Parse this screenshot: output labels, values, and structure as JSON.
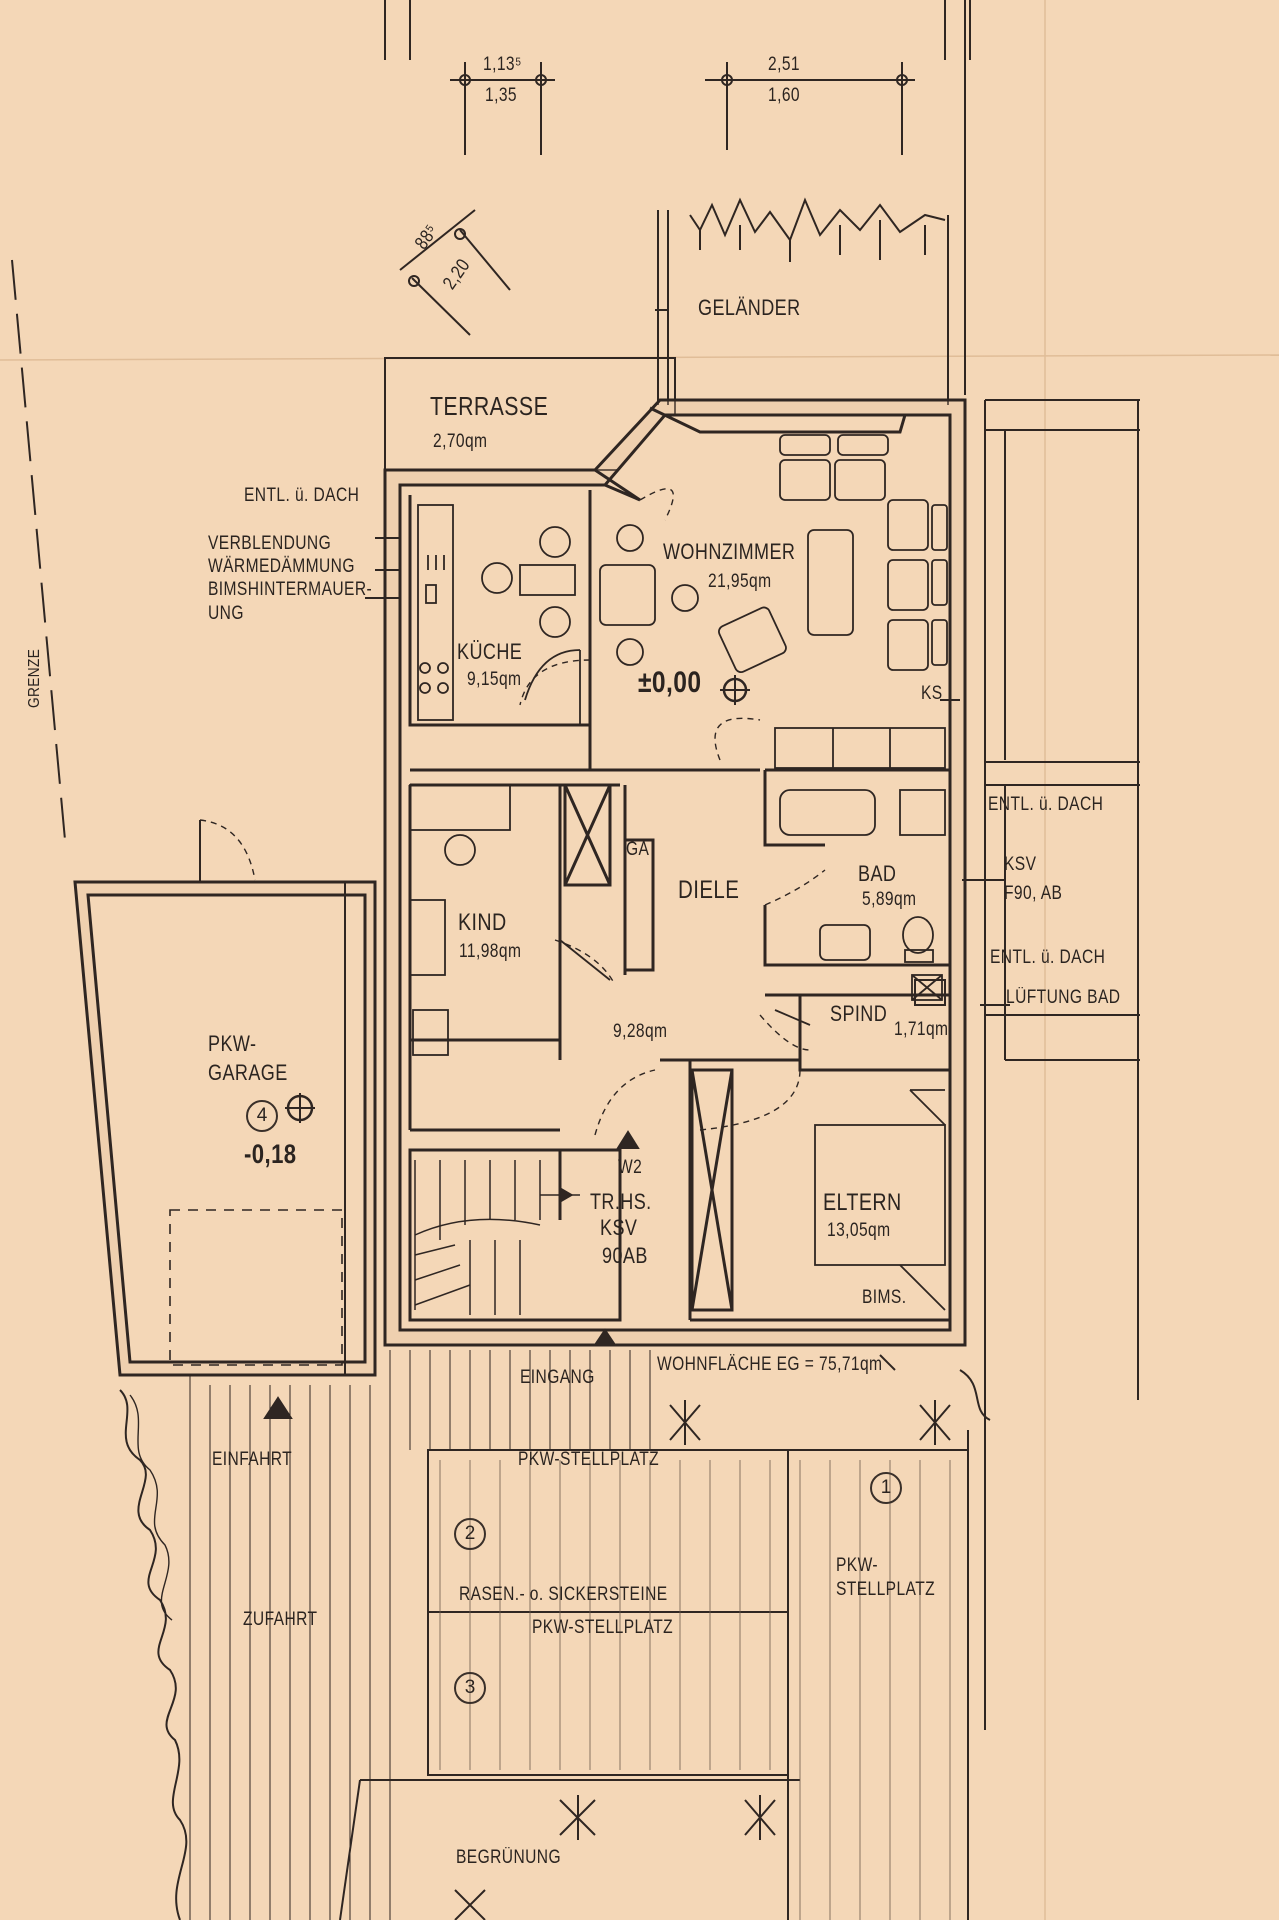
{
  "dimensions": {
    "top_left": {
      "upper": "1,13⁵",
      "lower": "1,35"
    },
    "top_right": {
      "upper": "2,51",
      "lower": "1,60"
    },
    "diagonal": {
      "upper": "88⁵",
      "lower": "2,20"
    }
  },
  "labels": {
    "gelaender": "GELÄNDER",
    "terrasse": "TERRASSE",
    "terrasse_area": "2,70qm",
    "entl_dach_left": "ENTL. ü. DACH",
    "wall_note": "VERBLENDUNG\nWÄRMEDÄMMUNG\nBIMSHINTERMAUER-\nUNG",
    "grenze": "GRENZE",
    "wohnzimmer": "WOHNZIMMER",
    "wohnzimmer_area": "21,95qm",
    "level_main": "±0,00",
    "ks": "KS",
    "kueche": "KÜCHE",
    "kueche_area": "9,15qm",
    "ga": "GA",
    "diele": "DIELE",
    "diele_area": "9,28qm",
    "bad": "BAD",
    "bad_area": "5,89qm",
    "entl_dach_right1": "ENTL. ü. DACH",
    "ksv_right": "KSV",
    "f90": "F90, AB",
    "entl_dach_right2": "ENTL. ü. DACH",
    "lueftung": "LÜFTUNG BAD",
    "kind": "KIND",
    "kind_area": "11,98qm",
    "spind": "SPIND",
    "spind_area": "1,71qm",
    "pkw_garage": "PKW-\nGARAGE",
    "garage_level": "-0,18",
    "w2": "W2",
    "trhs": "TR.HS.",
    "ksv_stair": "KSV",
    "ab90": "90AB",
    "eltern": "ELTERN",
    "eltern_area": "13,05qm",
    "bims": "BIMS.",
    "eingang": "EINGANG",
    "wohnflaeche": "WOHNFLÄCHE EG = 75,71qm",
    "einfahrt": "EINFAHRT",
    "pkw_stellplatz_top": "PKW-STELLPLATZ",
    "rasen": "RASEN.- o. SICKERSTEINE",
    "pkw_stellplatz_mid": "PKW-STELLPLATZ",
    "zufahrt": "ZUFAHRT",
    "pkw_stellplatz_right": "PKW-\nSTELLPLATZ",
    "begruenung": "BEGRÜNUNG"
  },
  "markers": {
    "m1": "1",
    "m2": "2",
    "m3": "3",
    "m4": "4"
  },
  "colors": {
    "paper": "#f4d7b7",
    "ink": "#2b2420",
    "wall_fill": "#e4c3a1"
  }
}
